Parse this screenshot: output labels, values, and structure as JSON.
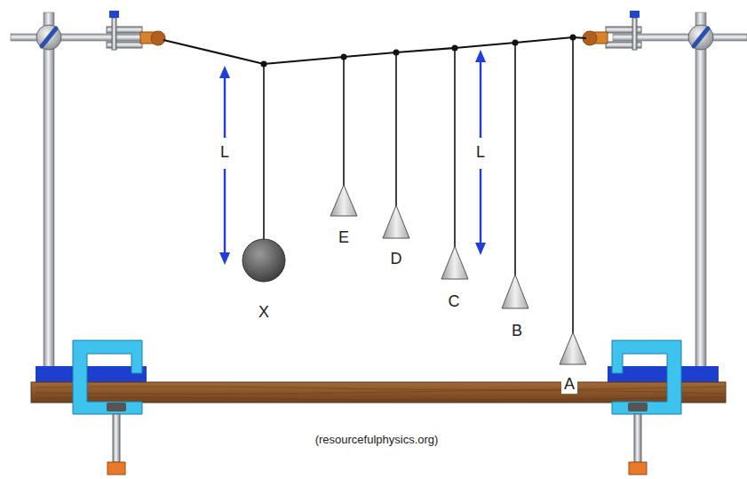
{
  "diagram": {
    "labels": [
      "L",
      "L",
      "X",
      "E",
      "D",
      "C",
      "B",
      "A",
      "(resourcefulphysics.org)"
    ]
  }
}
